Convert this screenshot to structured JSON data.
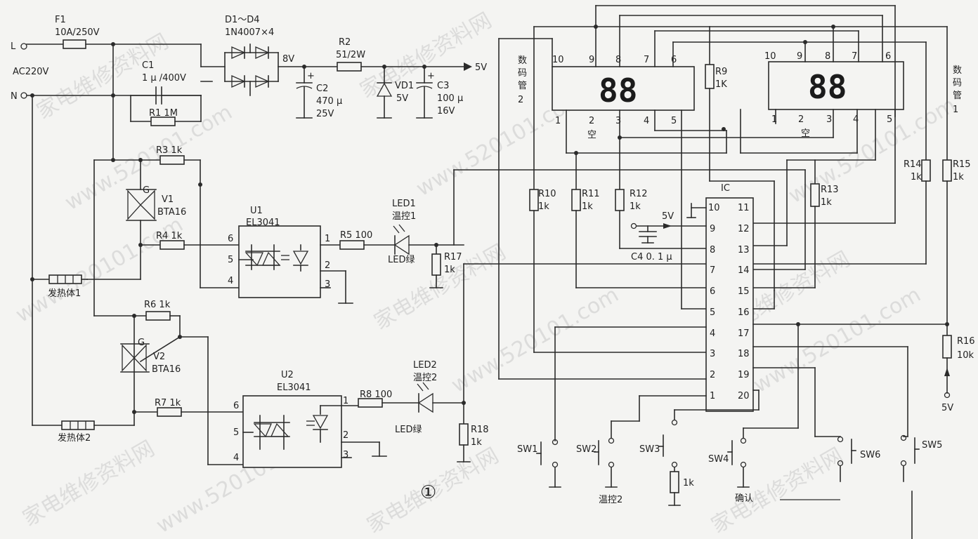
{
  "watermarks": [
    "家电维修资料网",
    "www.520101.com"
  ],
  "figure_number": "①",
  "power": {
    "L": "L",
    "N": "N",
    "ac": "AC220V",
    "f1_name": "F1",
    "f1_value": "10A/250V",
    "d_name": "D1～D4",
    "d_value": "1N4007×4",
    "c1_name": "C1",
    "c1_value": "1 μ /400V",
    "r1_label": "R1   1M",
    "v8": "8V",
    "r2_name": "R2",
    "r2_value": "51/2W",
    "c2_name": "C2",
    "c2_value1": "470 μ",
    "c2_value2": "25V",
    "vd1_name": "VD1",
    "vd1_value": "5V",
    "c3_name": "C3",
    "c3_value1": "100 μ",
    "c3_value2": "16V",
    "out5v": "5V"
  },
  "channel1": {
    "r3": "R3  1k",
    "v1": "V1",
    "v1_type": "BTA16",
    "g": "G",
    "r4": "R4  1k",
    "u_name": "U1",
    "u_type": "EL3041",
    "r5": "R5   100",
    "led_name": "LED1",
    "led_func": "温控1",
    "led_color": "LED绿",
    "r17": "R17",
    "r17_val": "1k",
    "heater": "发热体1",
    "pins": [
      "6",
      "5",
      "4",
      "1",
      "2",
      "3"
    ]
  },
  "channel2": {
    "r6": "R6  1k",
    "v2": "V2",
    "v2_type": "BTA16",
    "g": "G",
    "r7": "R7  1k",
    "u_name": "U2",
    "u_type": "EL3041",
    "r8": "R8   100",
    "led_name": "LED2",
    "led_func": "温控2",
    "led_color": "LED绿",
    "r18": "R18",
    "r18_val": "1k",
    "heater": "发热体2",
    "pins": [
      "6",
      "5",
      "4",
      "1",
      "2",
      "3"
    ]
  },
  "display2": {
    "side_label": [
      "数",
      "码",
      "管",
      "2"
    ],
    "digits": "88",
    "top_pins": [
      "10",
      "9",
      "8",
      "7",
      "6"
    ],
    "bottom_pins": [
      "1",
      "2",
      "3",
      "4",
      "5"
    ],
    "nc": "空"
  },
  "display1": {
    "side_label": [
      "数",
      "码",
      "管",
      "1"
    ],
    "digits": "88",
    "top_pins": [
      "10",
      "9",
      "8",
      "7",
      "6"
    ],
    "bottom_pins": [
      "1",
      "2",
      "3",
      "4",
      "5"
    ],
    "nc": "空"
  },
  "resistors": {
    "r9": "R9",
    "r9_val": "1K",
    "r10": "R10",
    "r10_val": "1k",
    "r11": "R11",
    "r11_val": "1k",
    "r12": "R12",
    "r12_val": "1k",
    "r13": "R13",
    "r13_val": "1k",
    "r14": "R14",
    "r14_val": "1k",
    "r15": "R15",
    "r15_val": "1k",
    "r16": "R16",
    "r16_val": "10k"
  },
  "ic": {
    "name": "IC",
    "left_pins": [
      "10",
      "9",
      "8",
      "7",
      "6",
      "5",
      "4",
      "3",
      "2",
      "1"
    ],
    "right_pins": [
      "11",
      "12",
      "13",
      "14",
      "15",
      "16",
      "17",
      "18",
      "19",
      "20"
    ],
    "c4": "C4  0. 1 μ",
    "v5": "5V",
    "r16_5v": "5V"
  },
  "switches": {
    "sw1": "SW1",
    "sw2": "SW2",
    "sw3": "SW3",
    "sw4": "SW4",
    "sw5": "SW5",
    "sw6": "SW6",
    "sw2_func": "温控2",
    "sw4_func": "确认",
    "sw3_res": "1k"
  }
}
